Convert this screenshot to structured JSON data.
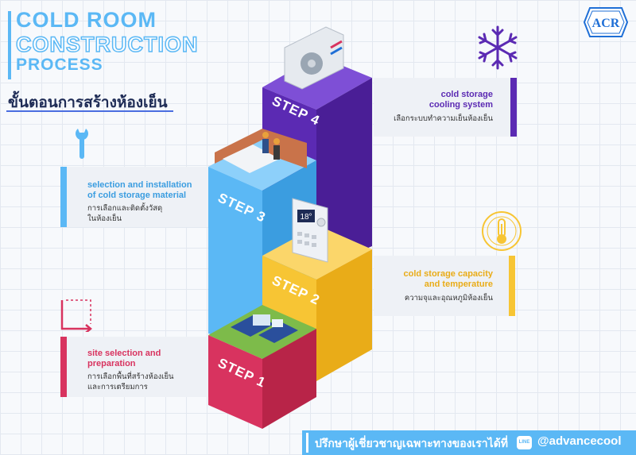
{
  "title": {
    "line1": "COLD ROOM",
    "line2": "CONSTRUCTION",
    "line3": "PROCESS",
    "thai": "ขั้นตอนการสร้างห้องเย็น"
  },
  "logo": {
    "text": "ACR"
  },
  "steps": [
    {
      "label": "STEP 1",
      "color": "#d8335f",
      "en": [
        "site selection and",
        "preparation"
      ],
      "th": [
        "การเลือกพื้นที่สร้างห้องเย็น",
        "และการเตรียมการ"
      ],
      "icon": "corner-arrow-icon"
    },
    {
      "label": "STEP 2",
      "color": "#f7c534",
      "en": [
        "cold storage capacity",
        "and temperature"
      ],
      "th": [
        "ความจุและอุณหภูมิห้องเย็น"
      ],
      "icon": "thermometer-icon"
    },
    {
      "label": "STEP 3",
      "color": "#5bb8f5",
      "en": [
        "selection and installation",
        "of cold storage material"
      ],
      "th": [
        "การเลือกและติดตั้งวัสดุ",
        "ในห้องเย็น"
      ],
      "icon": "wrench-icon"
    },
    {
      "label": "STEP 4",
      "color": "#5b2ab3",
      "en": [
        "cold storage",
        "cooling system"
      ],
      "th": [
        "เลือกระบบทำความเย็นห้องเย็น"
      ],
      "icon": "snowflake-icon"
    }
  ],
  "thermostat": {
    "display": "18°"
  },
  "footer": {
    "text": "ปรึกษาผู้เชี่ยวชาญเฉพาะทางของเราได้ที่",
    "line_badge": "LINE",
    "account": "@advancecool"
  }
}
